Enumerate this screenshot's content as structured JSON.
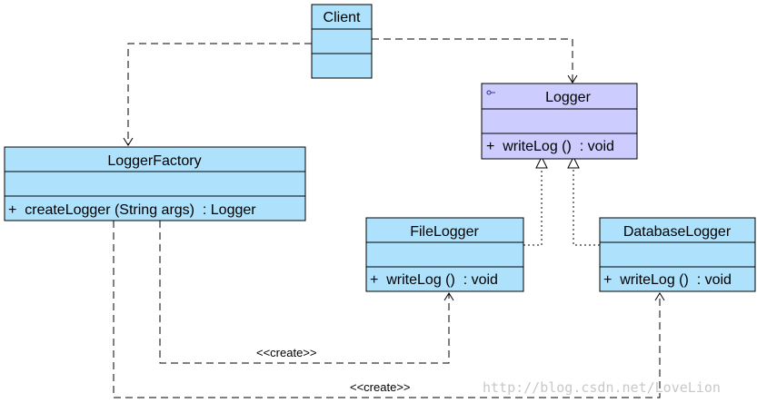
{
  "diagram": {
    "classes": {
      "client": {
        "name": "Client"
      },
      "logger": {
        "name": "Logger",
        "operation": "+  writeLog ()  : void"
      },
      "factory": {
        "name": "LoggerFactory",
        "operation": "+  createLogger (String args)  : Logger"
      },
      "file_logger": {
        "name": "FileLogger",
        "operation": "+  writeLog ()  : void"
      },
      "database_logger": {
        "name": "DatabaseLogger",
        "operation": "+  writeLog ()  : void"
      }
    },
    "relations": {
      "create_file": "<<create>>",
      "create_database": "<<create>>"
    },
    "colors": {
      "class_fill": "#aee1fb",
      "interface_fill": "#ccccff",
      "border": "#000000",
      "interface_icon": "#333399"
    },
    "watermark": "http://blog.csdn.net/LoveLion"
  }
}
